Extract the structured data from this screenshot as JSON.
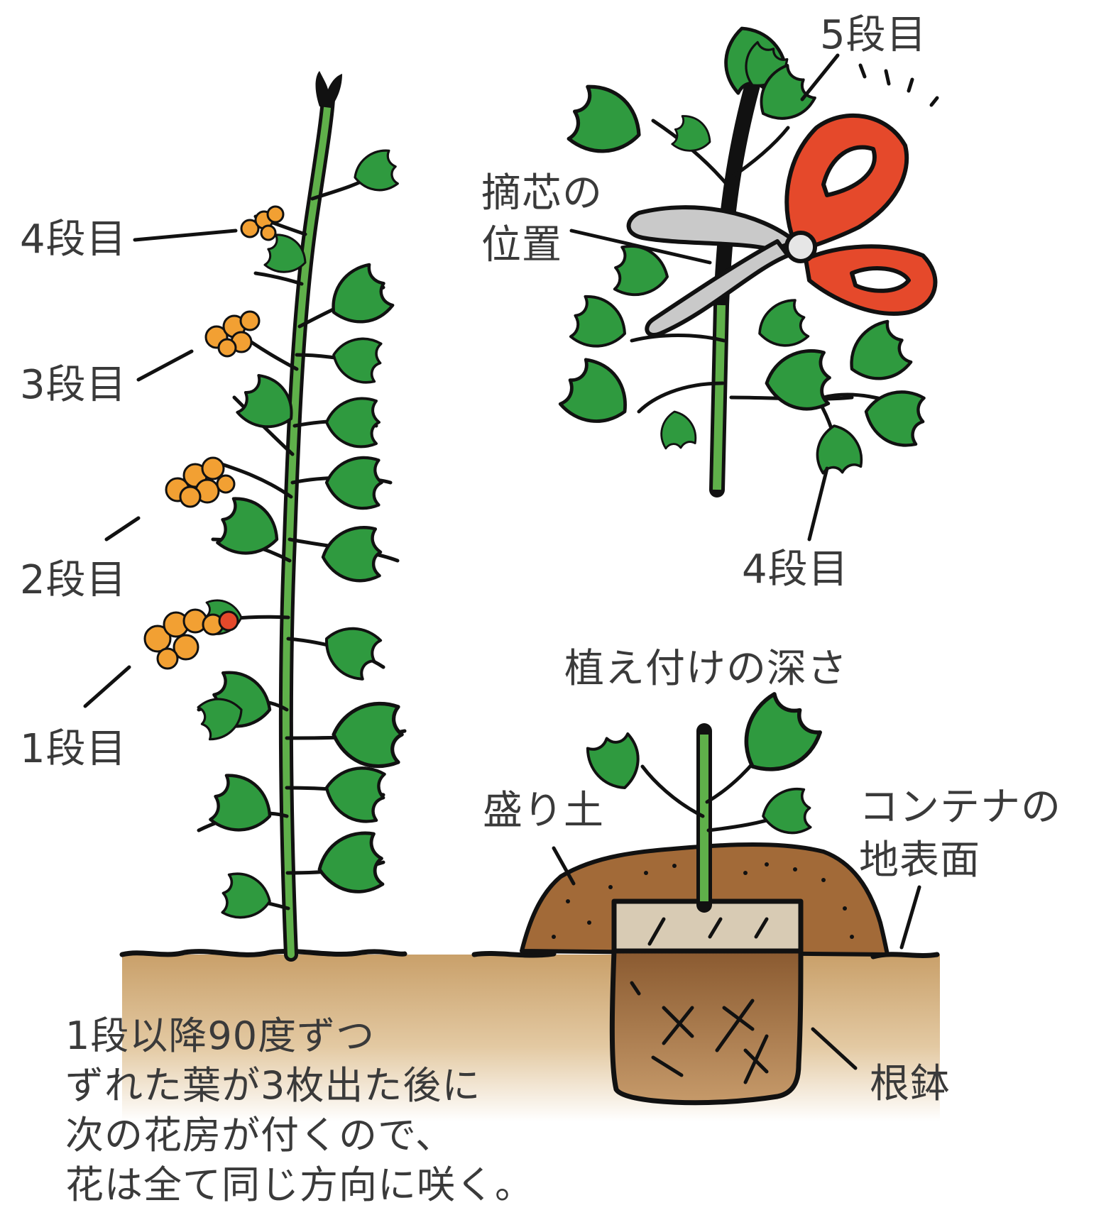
{
  "labels": {
    "tier4_left": "4段目",
    "tier3": "3段目",
    "tier2": "2段目",
    "tier1": "1段目",
    "tier5": "5段目",
    "pinch_point": [
      "摘芯の",
      "位置"
    ],
    "tier4_right": "4段目",
    "planting_depth": "植え付けの深さ",
    "mounded_soil": "盛り土",
    "container_surface": [
      "コンテナの",
      "地表面"
    ],
    "root_ball": "根鉢"
  },
  "note": [
    "1段以降90度ずつ",
    "ずれた葉が3枚出た後に",
    "次の花房が付くので、",
    "花は全て同じ方向に咲く。"
  ],
  "colors": {
    "leaf": "#2f9a3f",
    "stem": "#5fb04a",
    "flower": "#f2a033",
    "scissors_handle": "#e5492b",
    "scissors_blade": "#c9c9c9",
    "ground": "#c9a06a",
    "mound": "#a26a38",
    "root_ball_top": "#d8cbb4",
    "root_ball": "#8a5a30",
    "ink": "#111111",
    "text": "#3a3a3a"
  }
}
